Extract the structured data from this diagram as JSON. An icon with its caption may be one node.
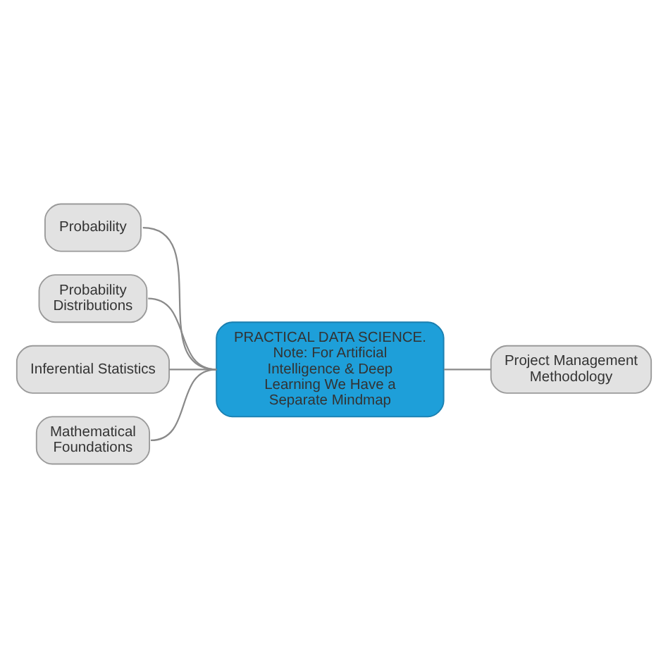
{
  "diagram": {
    "nodes": [
      {
        "text": [
          "PRACTICAL DATA SCIENCE. Note: For Artificial Intelligence & Deep Learning We Have a Separate Mindmap"
        ]
      },
      {
        "text": [
          "Probability"
        ]
      },
      {
        "text": [
          "Probability Distributions"
        ]
      },
      {
        "text": [
          "Inferential Statistics"
        ]
      },
      {
        "text": [
          "Mathematical Foundations"
        ]
      },
      {
        "text": [
          "Project Management Methodology"
        ]
      }
    ],
    "edges": [
      {
        "from": 0,
        "to": 1,
        "arrow": "none"
      },
      {
        "from": 0,
        "to": 2,
        "arrow": "none"
      },
      {
        "from": 0,
        "to": 3,
        "arrow": "none"
      },
      {
        "from": 0,
        "to": 4,
        "arrow": "none"
      },
      {
        "from": 0,
        "to": 5,
        "arrow": "none"
      }
    ]
  }
}
